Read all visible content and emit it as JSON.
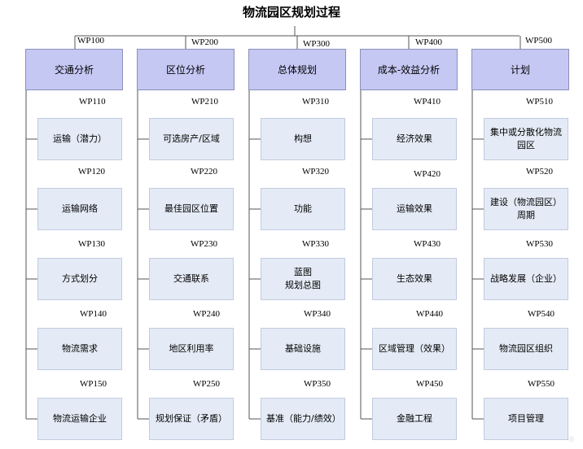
{
  "title": "物流园区规划过程",
  "columns": [
    {
      "code": "WP100",
      "label": "交通分析",
      "tasks": [
        {
          "code": "WP110",
          "label": "运输（潜力）"
        },
        {
          "code": "WP120",
          "label": "运输网络"
        },
        {
          "code": "WP130",
          "label": "方式划分"
        },
        {
          "code": "WP140",
          "label": "物流需求"
        },
        {
          "code": "WP150",
          "label": "物流运输企业"
        }
      ]
    },
    {
      "code": "WP200",
      "label": "区位分析",
      "tasks": [
        {
          "code": "WP210",
          "label": "可选房产/区域"
        },
        {
          "code": "WP220",
          "label": "最佳园区位置"
        },
        {
          "code": "WP230",
          "label": "交通联系"
        },
        {
          "code": "WP240",
          "label": "地区利用率"
        },
        {
          "code": "WP250",
          "label": "规划保证（矛盾）"
        }
      ]
    },
    {
      "code": "WP300",
      "label": "总体规划",
      "tasks": [
        {
          "code": "WP310",
          "label": "构想"
        },
        {
          "code": "WP320",
          "label": "功能"
        },
        {
          "code": "WP330",
          "label": "蓝图\n规划总图"
        },
        {
          "code": "WP340",
          "label": "基础设施"
        },
        {
          "code": "WP350",
          "label": "基准（能力/绩效）"
        }
      ]
    },
    {
      "code": "WP400",
      "label": "成本-效益分析",
      "tasks": [
        {
          "code": "WP410",
          "label": "经济效果"
        },
        {
          "code": "WP420",
          "label": "运输效果"
        },
        {
          "code": "WP430",
          "label": "生态效果"
        },
        {
          "code": "WP440",
          "label": "区域管理（效果）"
        },
        {
          "code": "WP450",
          "label": "金融工程"
        }
      ]
    },
    {
      "code": "WP500",
      "label": "计划",
      "tasks": [
        {
          "code": "WP510",
          "label": "集中或分散化物流园区"
        },
        {
          "code": "WP520",
          "label": "建设（物流园区）周期"
        },
        {
          "code": "WP530",
          "label": "战略发展（企业）"
        },
        {
          "code": "WP540",
          "label": "物流园区组织"
        },
        {
          "code": "WP550",
          "label": "项目管理"
        }
      ]
    }
  ],
  "colors": {
    "header_fill": "#c5c8f3",
    "task_fill": "#e4ebf6",
    "line": "#555555"
  }
}
